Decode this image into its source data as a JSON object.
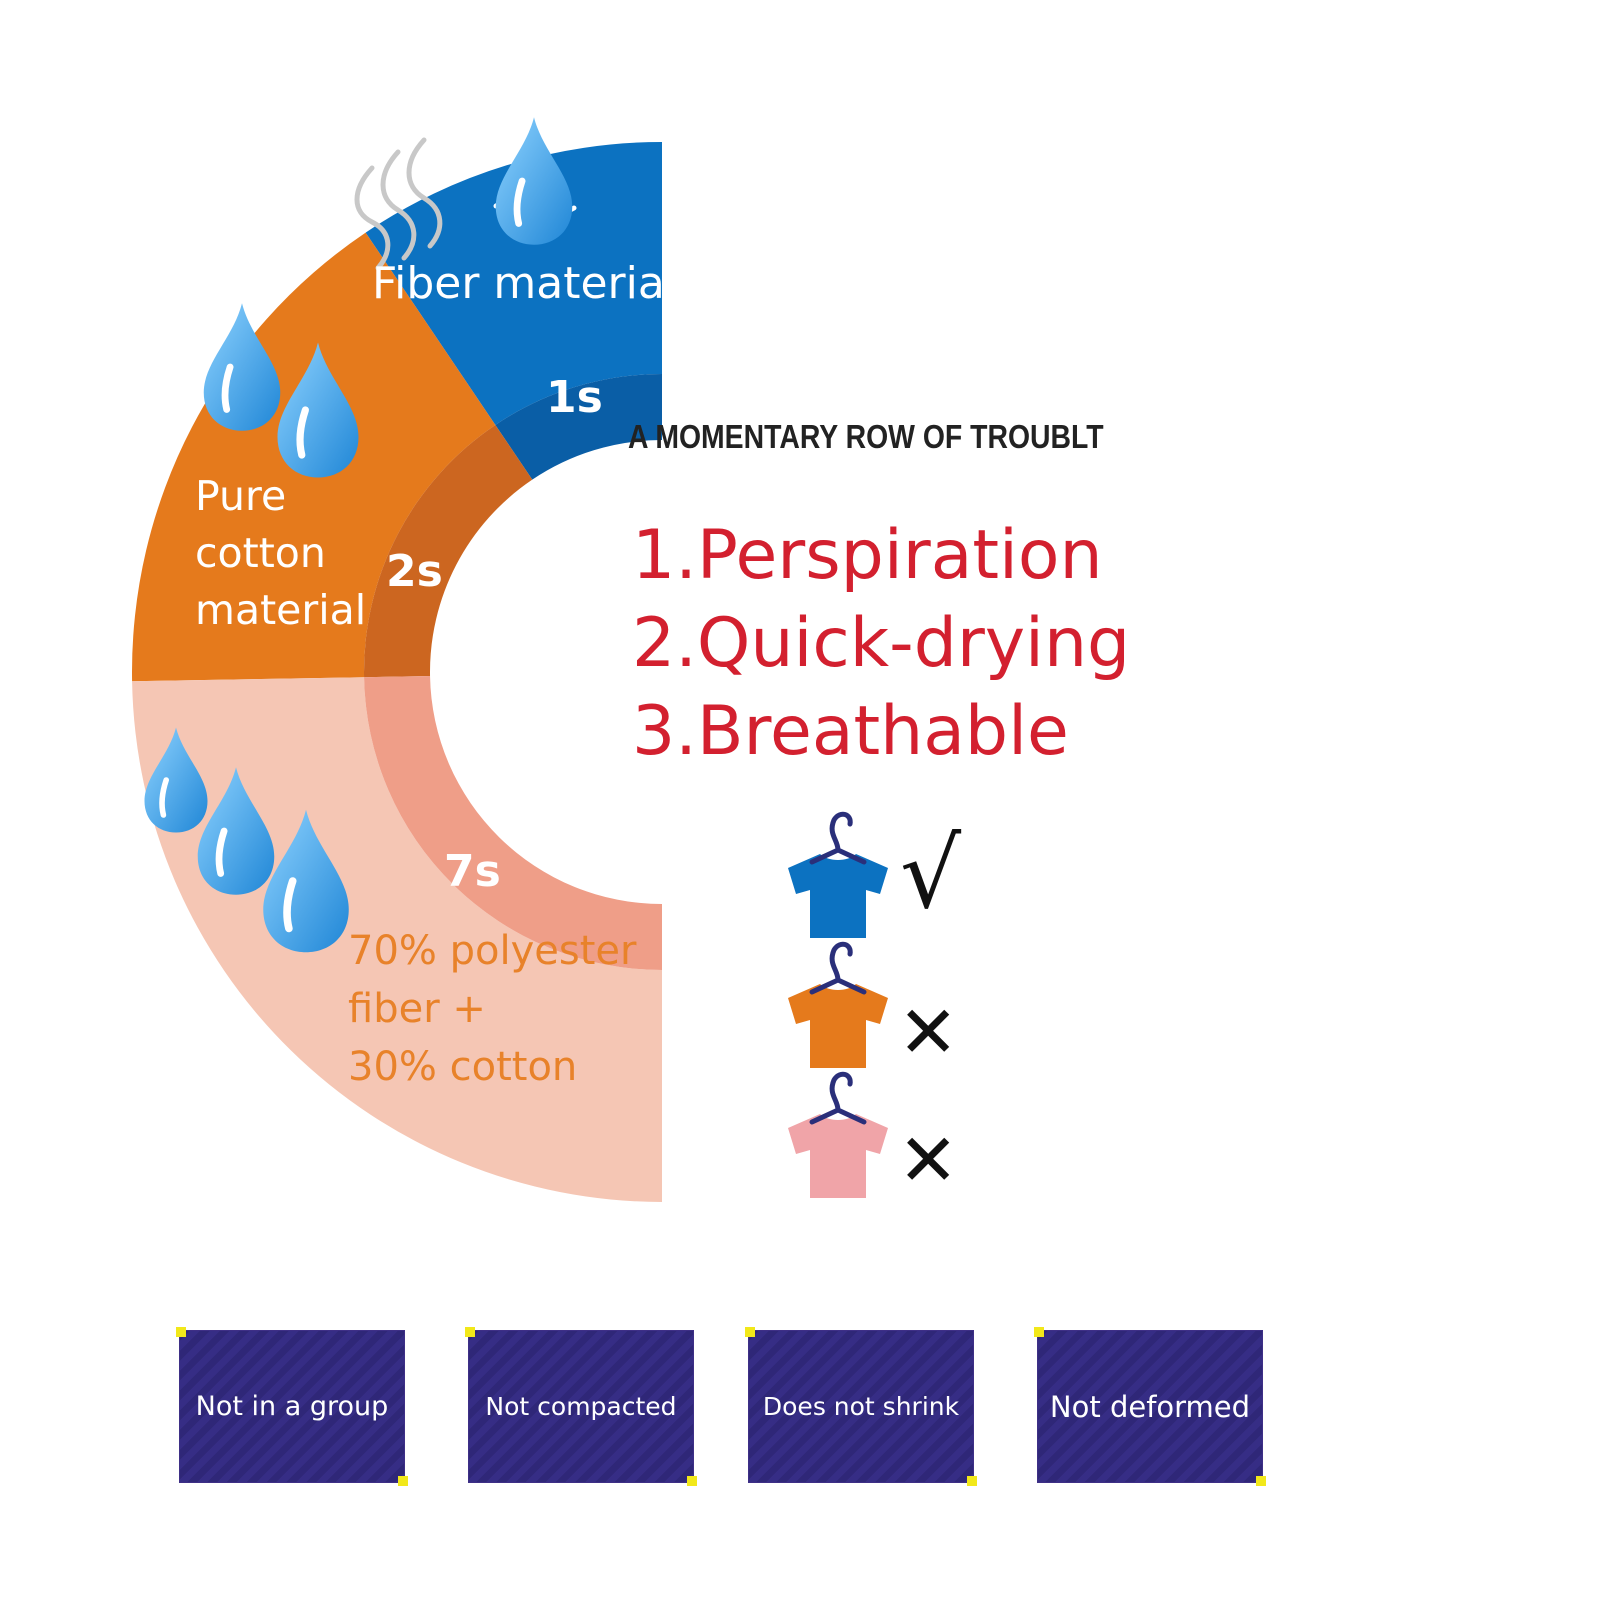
{
  "headline": "A MOMENTARY ROW OF TROUBLT",
  "segments": [
    {
      "id": "fiber",
      "label_lines": [
        "Fiber material"
      ],
      "time": "1s",
      "outer_color": "#0c72c1",
      "inner_color": "#0a5ea6",
      "label_color": "#ffffff"
    },
    {
      "id": "cotton",
      "label_lines": [
        "Pure",
        "cotton",
        "material"
      ],
      "time": "2s",
      "outer_color": "#e57a1c",
      "inner_color": "#cc6620",
      "label_color": "#ffffff"
    },
    {
      "id": "blend",
      "label_lines": [
        "70% polyester",
        "fiber +",
        "30% cotton"
      ],
      "time": "7s",
      "outer_color": "#f5c6b4",
      "inner_color": "#ef9e88",
      "label_color": "#e8822a"
    }
  ],
  "features": [
    "1.Perspiration",
    "2.Quick-drying",
    "3.Breathable"
  ],
  "shirts": [
    {
      "color": "#0c72c1",
      "mark": "√"
    },
    {
      "color": "#e57a1c",
      "mark": "✕"
    },
    {
      "color": "#f0a4a8",
      "mark": "✕"
    }
  ],
  "drop_color": "#2e97e0",
  "properties": [
    "Not in a group",
    "Not compacted",
    "Does not shrink",
    "Not deformed"
  ]
}
